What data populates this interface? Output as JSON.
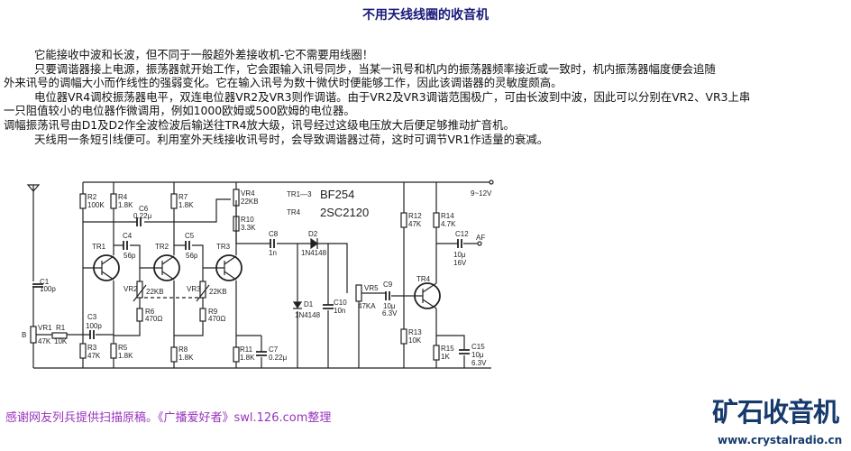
{
  "title": "不用天线线圈的收音机",
  "article": [
    "它能接收中波和长波，但不同于一般超外差接收机-它不需要用线圈！",
    "只要调谐器接上电源，振荡器就开始工作，它会跟输入讯号同步，当某一讯号和机内的振荡器频率接近或一致时，机内振荡器幅度便会追随",
    "外来讯号的调幅大小而作线性的强弱变化。它在输入讯号为数十微伏时便能够工作，因此该调谐器的灵敏度颇高。",
    "电位器VR4调校振荡器电平，双连电位器VR2及VR3则作调谐。由于VR2及VR3调谐范围极广，可由长波到中波，因此可以分别在VR2、VR3上串",
    "一只阻值较小的电位器作微调用，例如1000欧姆或500欧姆的电位器。",
    "调幅振荡讯号由D1及D2作全波检波后输送往TR4放大级，讯号经过这级电压放大后便足够推动扩音机。",
    "天线用一条短引线便可。利用室外天线接收讯号时，会导致调谐器过荷，这时可调节VR1作适量的衰减。"
  ],
  "schematic": {
    "supply": "9~12V",
    "output": "AF",
    "input": "B",
    "transistor_note": {
      "tr13_label": "TR1—3",
      "tr13_type": "BF254",
      "tr4_label": "TR4",
      "tr4_type": "2SC2120"
    },
    "parts": {
      "R1": [
        "R1",
        "10K"
      ],
      "R2": [
        "R2",
        "100K"
      ],
      "R3": [
        "R3",
        "47K"
      ],
      "R4": [
        "R4",
        "1.8K"
      ],
      "R5": [
        "R5",
        "1.8K"
      ],
      "R6": [
        "R6",
        "470Ω"
      ],
      "R7": [
        "R7",
        "1.8K"
      ],
      "R8": [
        "R8",
        "1.8K"
      ],
      "R9": [
        "R9",
        "470Ω"
      ],
      "R10": [
        "R10",
        "3.3K"
      ],
      "R11": [
        "R11",
        "1.8K"
      ],
      "R12": [
        "R12",
        "47K"
      ],
      "R13": [
        "R13",
        "10K"
      ],
      "R14": [
        "R14",
        "4.7K"
      ],
      "R15": [
        "R15",
        "1K"
      ],
      "C1": [
        "C1",
        "100p"
      ],
      "C3": [
        "C3",
        "100p"
      ],
      "C4": [
        "C4",
        "56p"
      ],
      "C5": [
        "C5",
        "56p"
      ],
      "C6": [
        "C6",
        "0.22μ"
      ],
      "C7": [
        "C7",
        "0.22μ"
      ],
      "C8": [
        "C8",
        "1n"
      ],
      "C9": [
        "C9",
        "10μ",
        "6.3V"
      ],
      "C10": [
        "C10",
        "10n"
      ],
      "C12": [
        "C12",
        "10μ",
        "16V"
      ],
      "C15": [
        "C15",
        "10μ",
        "6.3V"
      ],
      "VR1": [
        "VR1",
        "47K"
      ],
      "VR2": [
        "VR2",
        "22KB"
      ],
      "VR3": [
        "VR3",
        "22KB"
      ],
      "VR4": [
        "VR4",
        "22KB"
      ],
      "VR5": [
        "VR5",
        "47KA"
      ],
      "D1": [
        "D1",
        "1N4148"
      ],
      "D2": [
        "D2",
        "1N4148"
      ],
      "TR1": "TR1",
      "TR2": "TR2",
      "TR3": "TR3",
      "TR4": "TR4"
    }
  },
  "footer": {
    "credit": "感谢网友列兵提供扫描原稿。《广播爱好者》swl.126.com整理",
    "logo_text": "矿石收音机",
    "logo_url": "www.crystalradio.cn"
  },
  "colors": {
    "title": "#1a1a7a",
    "credit": "#9933bb",
    "logo": "#163a6b"
  }
}
